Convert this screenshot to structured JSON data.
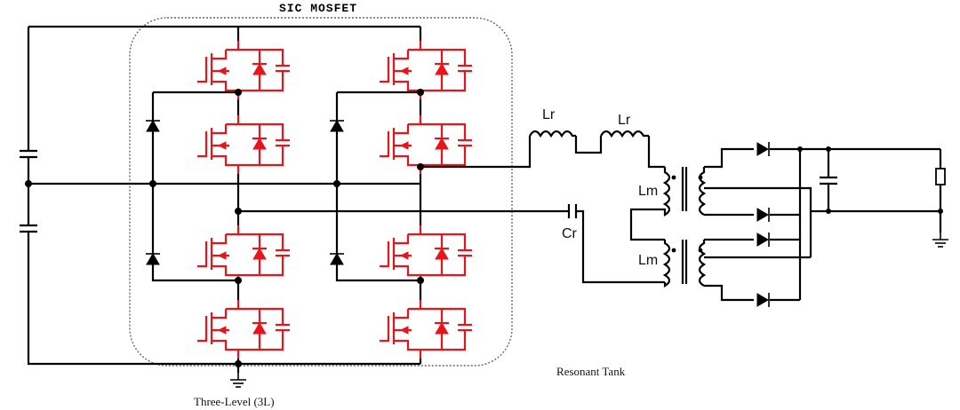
{
  "labels": {
    "sic_title": "SIC MOSFET",
    "three_level": "Three-Level (3L)",
    "resonant_tank": "Resonant Tank",
    "lr1": "Lr",
    "lr2": "Lr",
    "lm1": "Lm",
    "lm2": "Lm",
    "cr": "Cr"
  },
  "colors": {
    "switch": "#e8141b",
    "wire": "#000000",
    "boundary": "#666666"
  }
}
